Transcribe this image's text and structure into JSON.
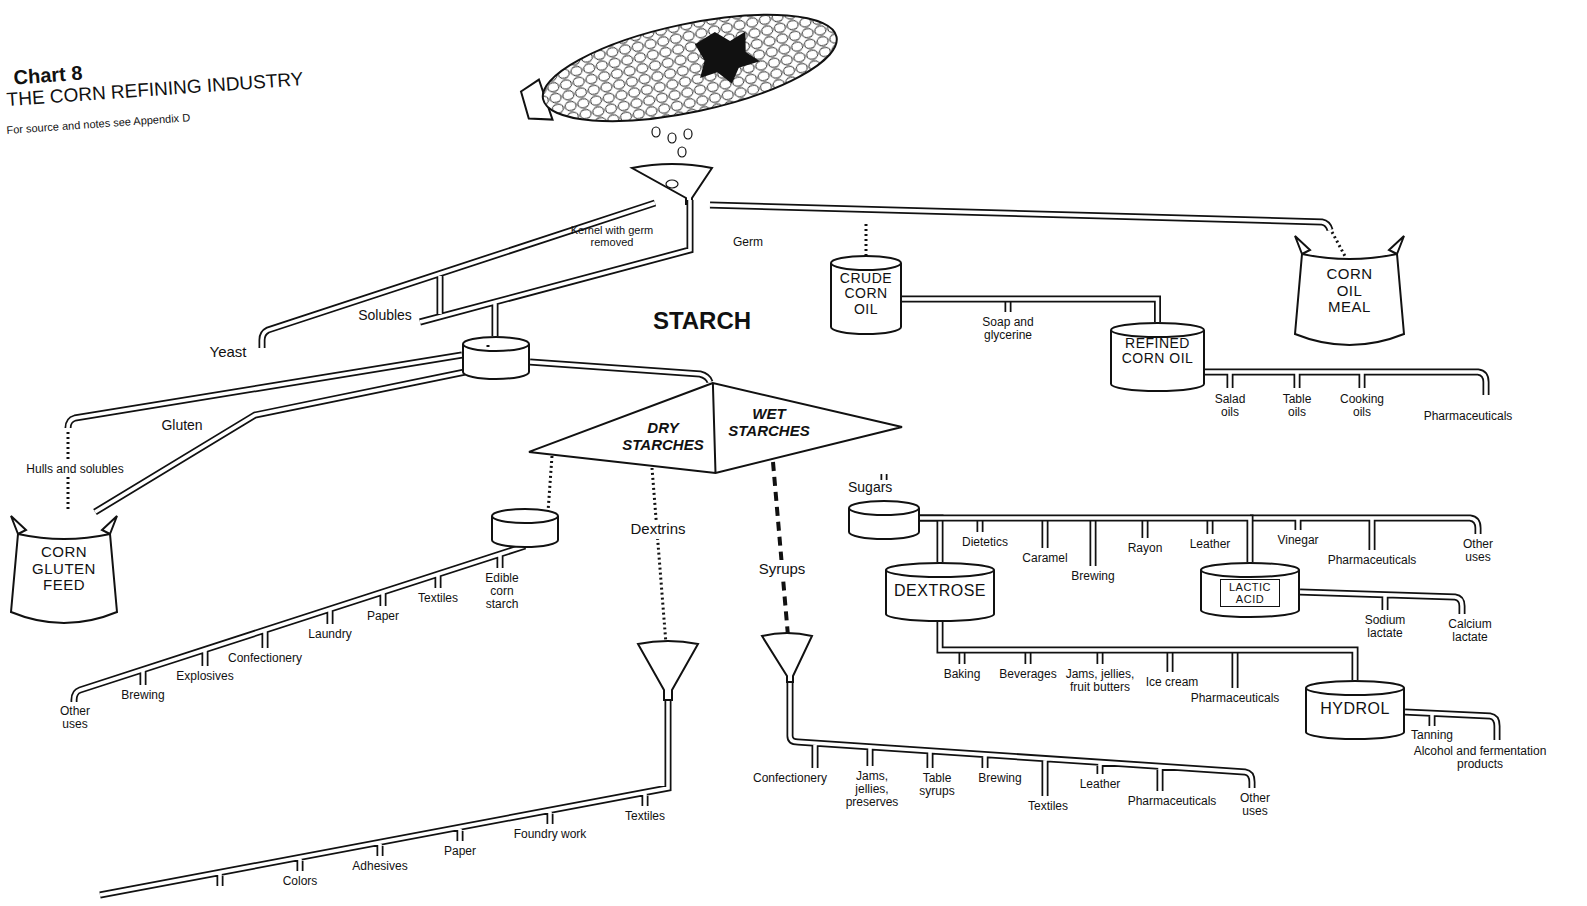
{
  "diagram": {
    "title": "THE CORN REFINING INDUSTRY",
    "caption": "For source and notes see Appendix D",
    "nodes": [
      {
        "text": [
          "CRUDE CORN OIL"
        ]
      },
      {
        "text": [
          "REFINED CORN OIL"
        ]
      },
      {
        "text": [
          "CORN OIL MEAL"
        ]
      },
      {
        "text": [
          "CORN GLUTEN FEED"
        ]
      },
      {
        "text": [
          "DRY STARCHES",
          "WET STARCHES"
        ]
      },
      {
        "text": [
          "Sugars"
        ]
      },
      {
        "text": [
          "DEXTROSE"
        ]
      },
      {
        "text": [
          "LACTIC ACID"
        ]
      },
      {
        "text": [
          "HYDROL"
        ]
      }
    ],
    "edges": [
      {
        "from": 0,
        "to": 1,
        "arrow": "none"
      },
      {
        "from": 4,
        "to": 5,
        "arrow": "none"
      },
      {
        "from": 5,
        "to": 6,
        "arrow": "none"
      },
      {
        "from": 5,
        "to": 7,
        "arrow": "none"
      },
      {
        "from": 6,
        "to": 8,
        "arrow": "none"
      }
    ],
    "labels": [
      "Chart 8",
      "Kernel with germ removed",
      "Germ",
      "Solubles",
      "Yeast",
      "STARCH",
      "Gluten",
      "Hulls and solubles",
      "Soap and glycerine",
      "Salad oils",
      "Table oils",
      "Cooking oils",
      "Pharmaceuticals",
      "Dextrins",
      "Syrups",
      "Dietetics",
      "Caramel",
      "Brewing",
      "Rayon",
      "Leather",
      "Vinegar",
      "Pharmaceuticals",
      "Other uses",
      "Sodium lactate",
      "Calcium lactate",
      "Baking",
      "Beverages",
      "Jams, jellies, fruit butters",
      "Ice cream",
      "Pharmaceuticals",
      "Tanning",
      "Alcohol and fermentation products",
      "Confectionery",
      "Jams, jellies, preserves",
      "Table syrups",
      "Brewing",
      "Textiles",
      "Leather",
      "Pharmaceuticals",
      "Other uses",
      "Other uses",
      "Brewing",
      "Explosives",
      "Confectionery",
      "Laundry",
      "Paper",
      "Textiles",
      "Edible corn starch",
      "Textiles",
      "Foundry work",
      "Paper",
      "Adhesives",
      "Colors"
    ]
  }
}
